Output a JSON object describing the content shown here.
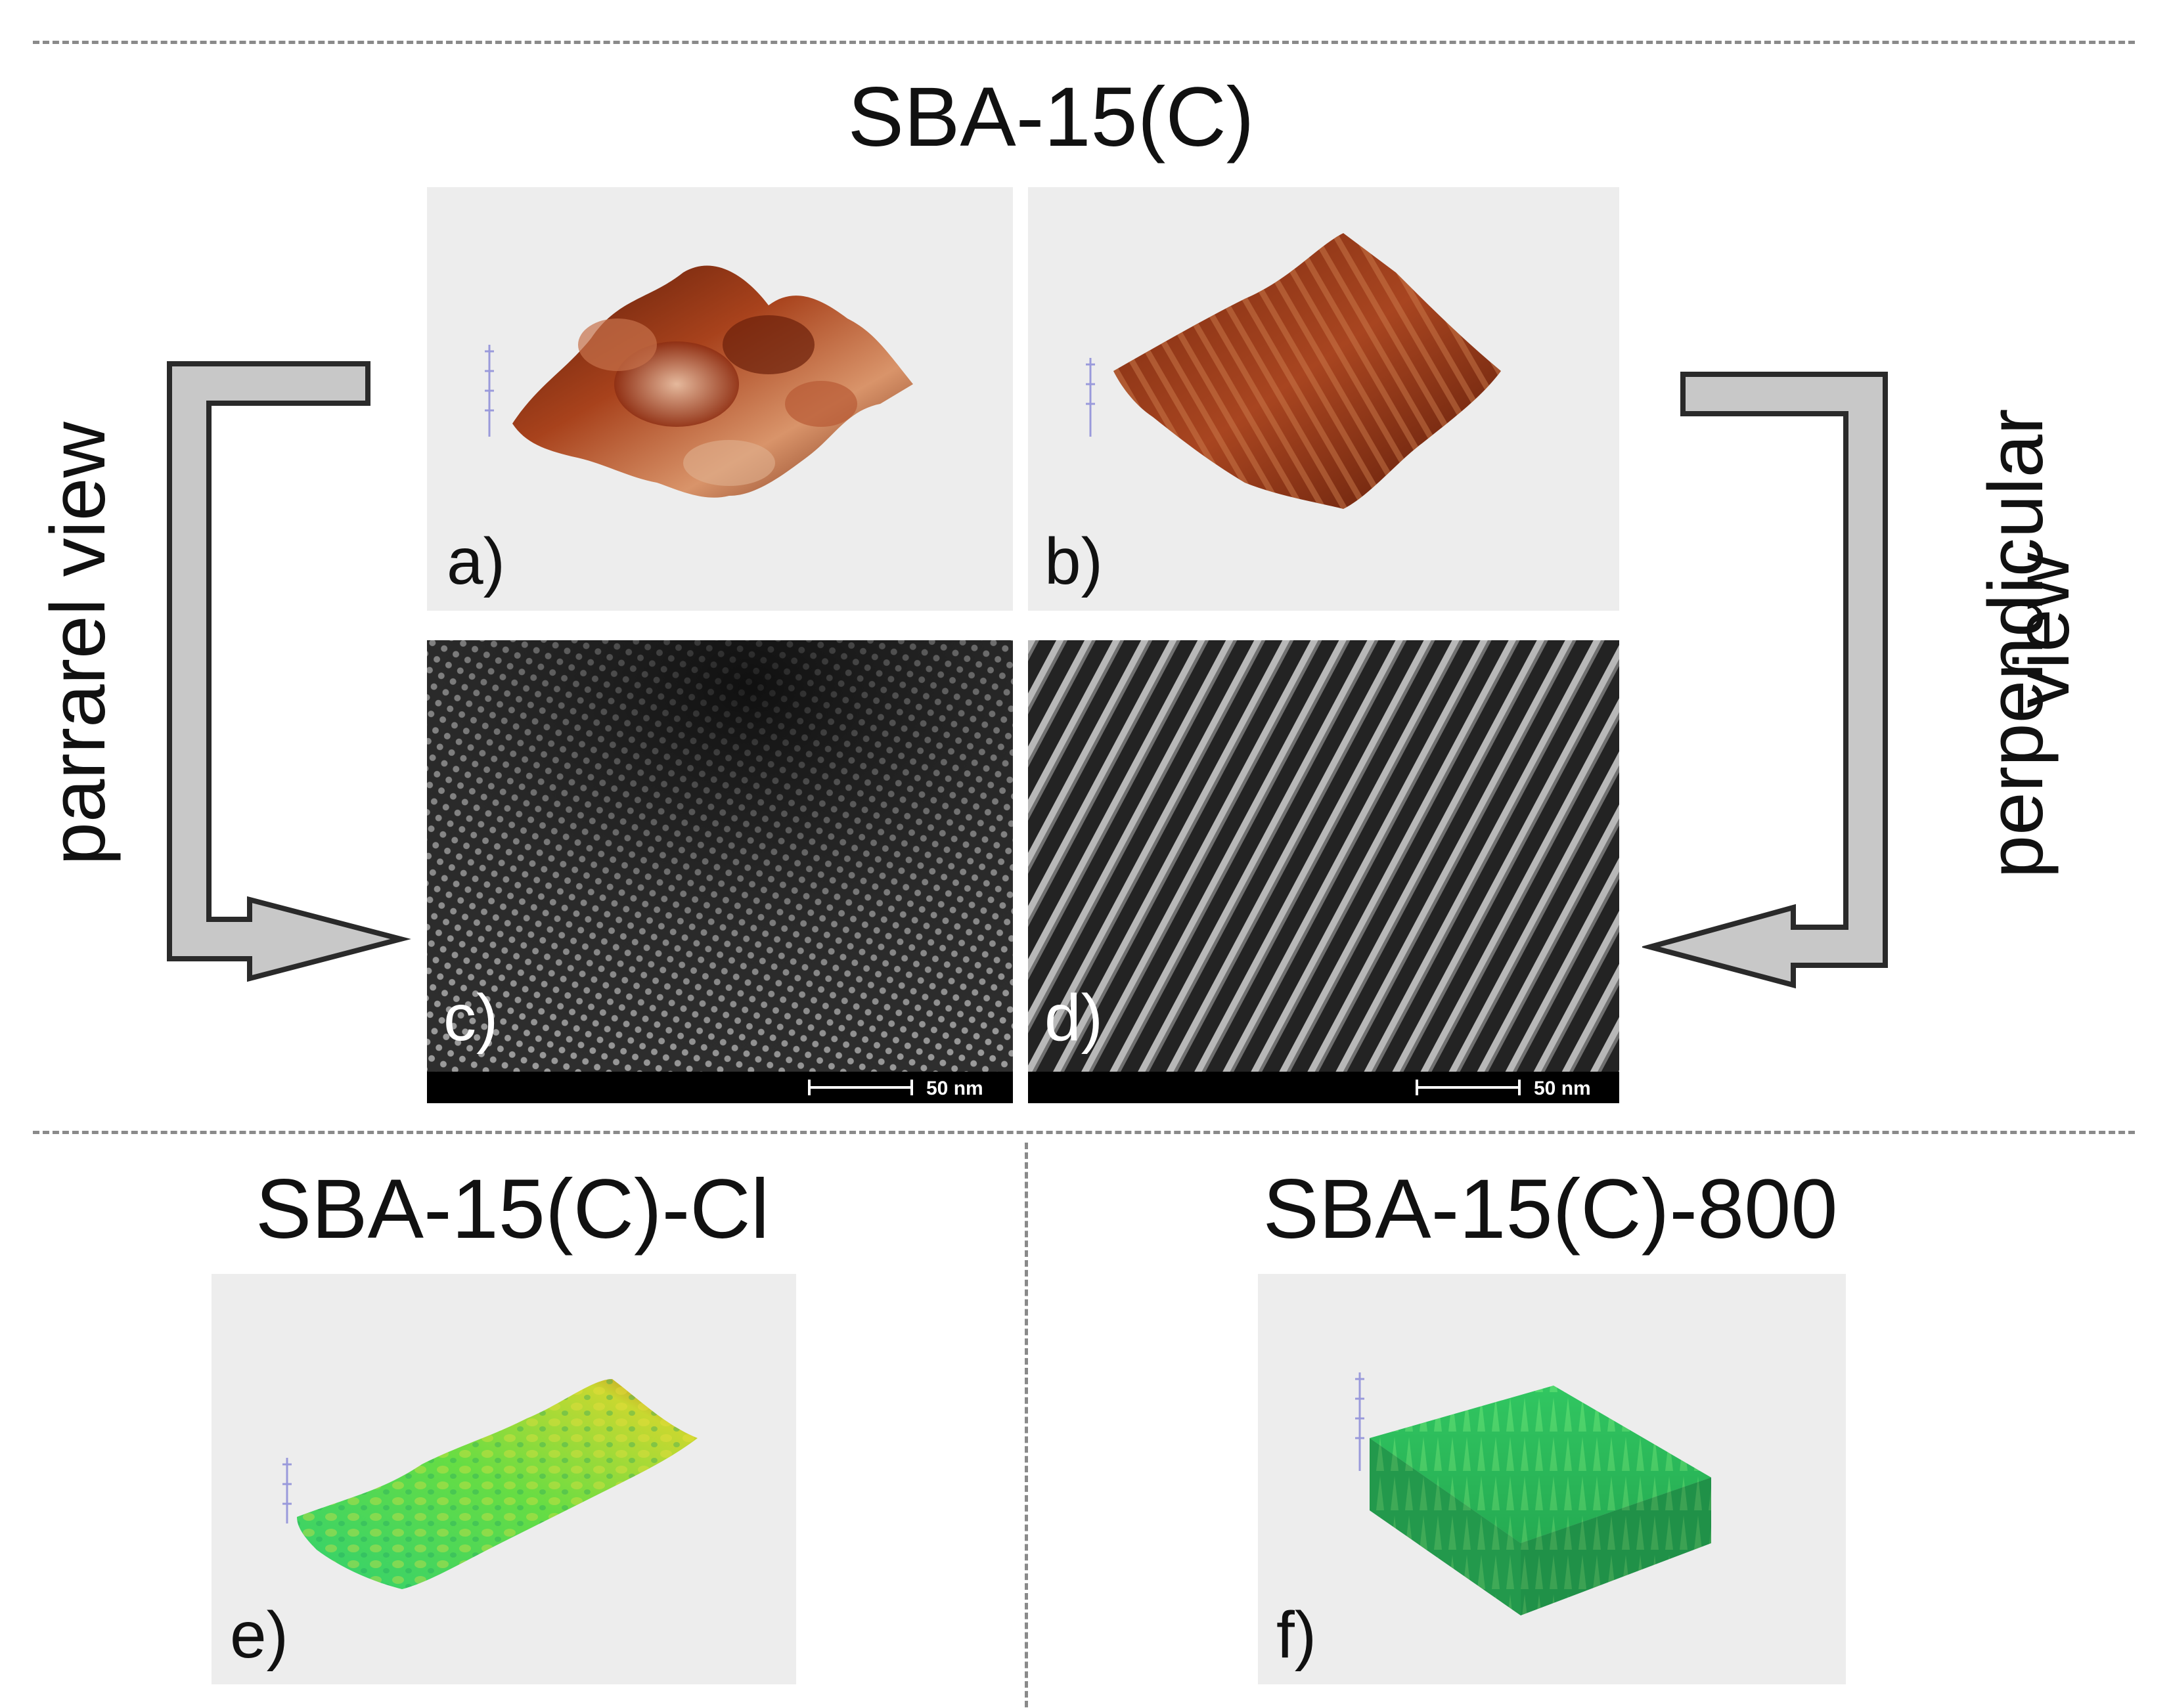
{
  "titles": {
    "top": "SBA-15(C)",
    "bottom_left": "SBA-15(C)-Cl",
    "bottom_right": "SBA-15(C)-800"
  },
  "side_labels": {
    "left": "parrarel view",
    "right_line1": "perpendicular",
    "right_line2": "view"
  },
  "panels": {
    "a": "a)",
    "b": "b)",
    "c": "c)",
    "d": "d)",
    "e": "e)",
    "f": "f)"
  },
  "scale_bars": {
    "c": "50 nm",
    "d": "50 nm"
  },
  "colors": {
    "afm_brown": "#8b2c12",
    "afm_green": "#3fc94a",
    "arrow_fill": "#c8c8c8",
    "arrow_stroke": "#2a2a2a",
    "divider": "#8a8a8a"
  }
}
